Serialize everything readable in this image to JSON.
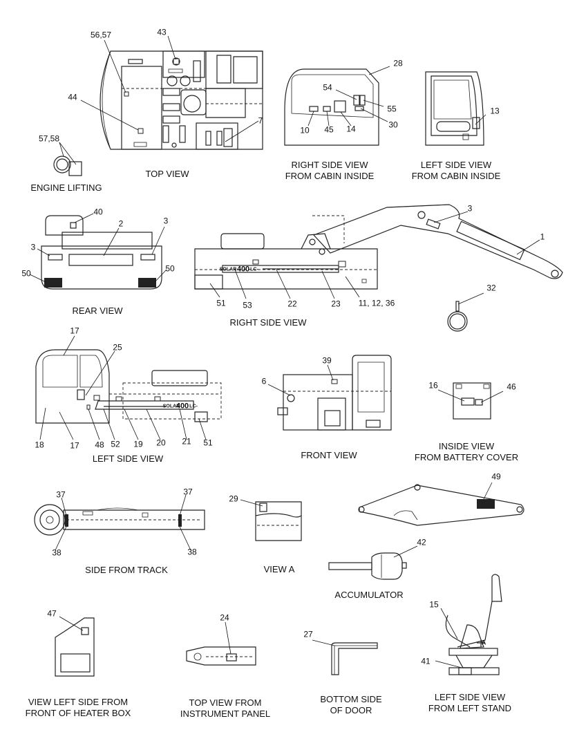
{
  "views": [
    {
      "id": "top",
      "caption": [
        "TOP VIEW"
      ],
      "callouts": [
        "56,57",
        "43",
        "44",
        "7"
      ]
    },
    {
      "id": "engine-lifting",
      "caption": [
        "ENGINE LIFTING"
      ],
      "callouts": [
        "57,58"
      ]
    },
    {
      "id": "right-cabin-inside",
      "caption": [
        "RIGHT SIDE VIEW",
        "FROM CABIN INSIDE"
      ],
      "callouts": [
        "28",
        "54",
        "55",
        "30",
        "10",
        "45",
        "14"
      ]
    },
    {
      "id": "left-cabin-inside",
      "caption": [
        "LEFT SIDE VIEW",
        "FROM CABIN INSIDE"
      ],
      "callouts": [
        "13"
      ]
    },
    {
      "id": "rear",
      "caption": [
        "REAR VIEW"
      ],
      "callouts": [
        "40",
        "2",
        "3",
        "3",
        "50",
        "50"
      ]
    },
    {
      "id": "right-side",
      "caption": [
        "RIGHT SIDE VIEW"
      ],
      "callouts": [
        "3",
        "1",
        "51",
        "53",
        "22",
        "23",
        "11, 12, 36"
      ]
    },
    {
      "id": "ring",
      "caption": [],
      "callouts": [
        "32"
      ]
    },
    {
      "id": "left-side",
      "caption": [
        "LEFT SIDE VIEW"
      ],
      "callouts": [
        "17",
        "25",
        "18",
        "17",
        "48",
        "52",
        "19",
        "20",
        "21",
        "51"
      ]
    },
    {
      "id": "front",
      "caption": [
        "FRONT VIEW"
      ],
      "callouts": [
        "39",
        "6"
      ]
    },
    {
      "id": "battery-cover",
      "caption": [
        "INSIDE VIEW",
        "FROM BATTERY COVER"
      ],
      "callouts": [
        "16",
        "46"
      ]
    },
    {
      "id": "side-track",
      "caption": [
        "SIDE FROM TRACK"
      ],
      "callouts": [
        "37",
        "37",
        "38",
        "38"
      ]
    },
    {
      "id": "view-a",
      "caption": [
        "VIEW  A"
      ],
      "callouts": [
        "29"
      ]
    },
    {
      "id": "arm",
      "caption": [],
      "callouts": [
        "49"
      ]
    },
    {
      "id": "accumulator",
      "caption": [
        "ACCUMULATOR"
      ],
      "callouts": [
        "42"
      ]
    },
    {
      "id": "heater-box",
      "caption": [
        "VIEW LEFT SIDE FROM",
        "FRONT OF HEATER BOX"
      ],
      "callouts": [
        "47"
      ]
    },
    {
      "id": "instrument-panel",
      "caption": [
        "TOP VIEW FROM",
        "INSTRUMENT PANEL"
      ],
      "callouts": [
        "24"
      ]
    },
    {
      "id": "door",
      "caption": [
        "BOTTOM SIDE",
        "OF DOOR"
      ],
      "callouts": [
        "27"
      ]
    },
    {
      "id": "left-stand",
      "caption": [
        "LEFT SIDE VIEW",
        "FROM LEFT STAND"
      ],
      "callouts": [
        "15",
        "41"
      ]
    }
  ],
  "decal_text": {
    "right_side_model": "400",
    "right_side_suffix": "LC-",
    "right_side_brand": "SOLAR",
    "left_side_model": "400",
    "left_side_suffix": "LC-",
    "left_side_brand": "SOLAR",
    "view_a_letter": "A"
  }
}
